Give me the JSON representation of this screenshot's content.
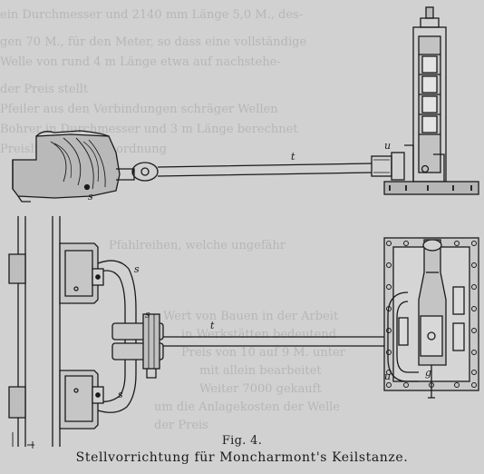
{
  "figure": {
    "number_label": "Fig. 4.",
    "caption": "Stellvorrichtung für Moncharmont's Keilstanze.",
    "part_labels": {
      "t_side": "t",
      "t_plan": "t",
      "u_side": "u",
      "u_plan": "u",
      "g_plan": "g",
      "s_side": "s",
      "s_plan_1": "s",
      "s_plan_2": "s",
      "s_plan_3": "s"
    }
  },
  "bleed_through": [
    "ein Durchmesser und 2140 mm Länge 5,0 M., des-",
    "gen 70 M., für den Meter, so dass eine vollständige",
    "Welle von rund 4 m Länge etwa auf nachstehe-",
    "der Preis stellt",
    "Pfeiler aus den Verbindungen schräger Wellen",
    "Bohrer in Durchmesser und 3 m Länge berechnet",
    "Preisliste dieser Anordnung",
    "Pfahlreihen, welche ungefähr",
    "Wert von Bauen in der Arbeit",
    "in Werkstätten bedeutend",
    "Preis von 10 auf 9 M. unter",
    "mit allein bearbeitet",
    "Weiter 7000 gekauft",
    "um die Anlagekosten der Welle",
    "der Preis"
  ]
}
